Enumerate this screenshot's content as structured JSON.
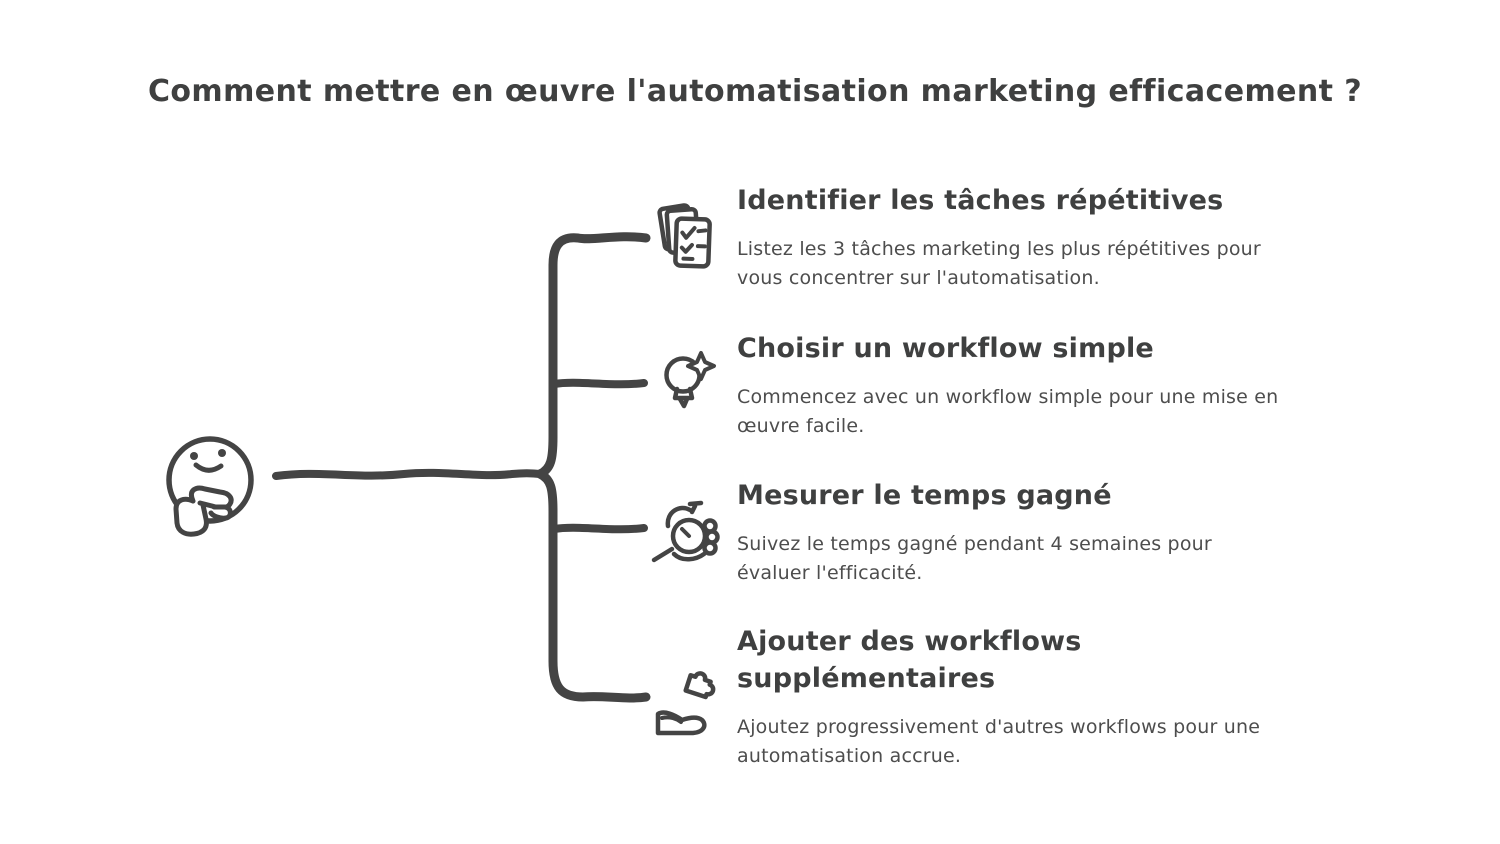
{
  "page": {
    "title": "Comment mettre en œuvre l'automatisation marketing efficacement ?",
    "background": "#ffffff",
    "line_color": "#444444",
    "heading_color": "#3f4040",
    "body_color": "#4d4d4d"
  },
  "mindmap": {
    "root_icon": "thinking-face-icon",
    "branches": [
      {
        "icon": "checklist-documents-icon",
        "title_lines": [
          "Identifier les tâches répétitives"
        ],
        "desc_lines": [
          "Listez les 3 tâches marketing les plus répétitives pour",
          "vous concentrer sur l'automatisation."
        ]
      },
      {
        "icon": "lightbulb-sparkle-icon",
        "title_lines": [
          "Choisir un workflow simple"
        ],
        "desc_lines": [
          "Commencez avec un workflow simple pour une mise en",
          "œuvre facile."
        ]
      },
      {
        "icon": "stopwatch-hand-icon",
        "title_lines": [
          "Mesurer le temps gagné"
        ],
        "desc_lines": [
          "Suivez le temps gagné pendant 4 semaines pour",
          "évaluer l'efficacité."
        ]
      },
      {
        "icon": "puzzle-hand-icon",
        "title_lines": [
          "Ajouter des workflows",
          "supplémentaires"
        ],
        "desc_lines": [
          "Ajoutez progressivement d'autres workflows pour une",
          "automatisation accrue."
        ]
      }
    ]
  }
}
